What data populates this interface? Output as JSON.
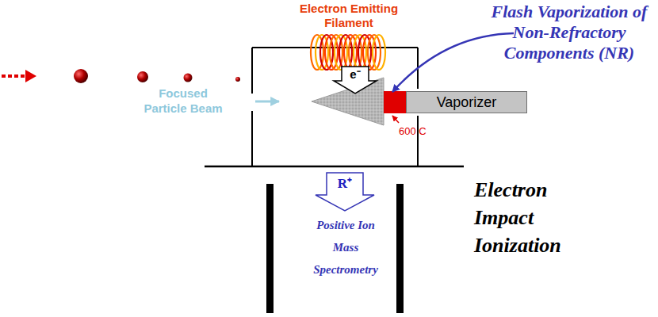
{
  "diagram": {
    "nodes": [
      {
        "text": [
          "Vaporizer"
        ]
      }
    ],
    "labels": [
      "Electron Emitting Filament",
      "Flash Vaporization of Non-Refractory Components (NR)",
      "Focused Particle Beam",
      "e⁻",
      "600 C",
      "R⁺",
      "Electron Impact Ionization",
      "Positive Ion Mass Spectrometry"
    ]
  }
}
